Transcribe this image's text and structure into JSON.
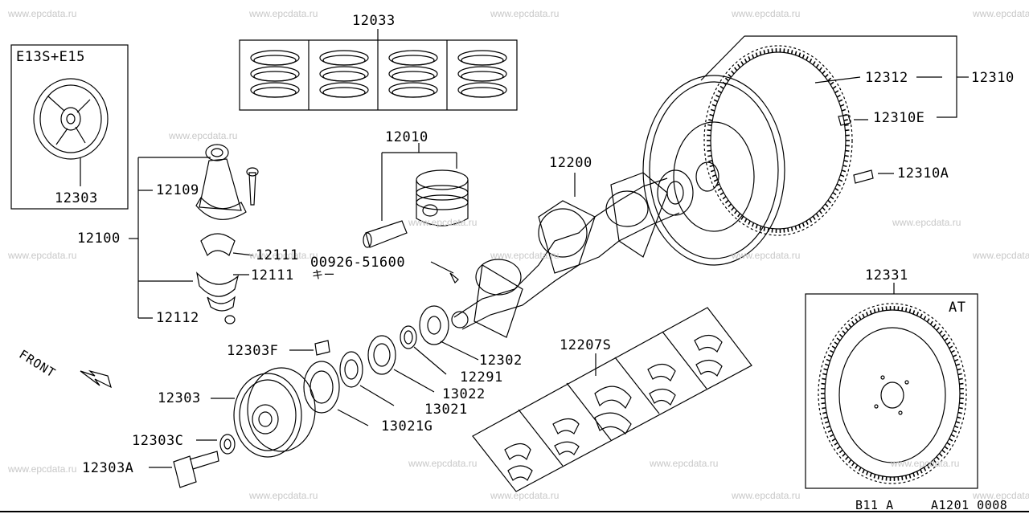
{
  "watermark": "www.epcdata.ru",
  "inset": {
    "title": "E13S+E15",
    "part": "12303"
  },
  "at_box": {
    "title": "AT",
    "part": "12331"
  },
  "front_label": "FRONT",
  "labels": {
    "p12033": "12033",
    "p12010": "12010",
    "p12200": "12200",
    "p12312": "12312",
    "p12310": "12310",
    "p12310E": "12310E",
    "p12310A": "12310A",
    "p12109": "12109",
    "p12100": "12100",
    "p12111a": "12111",
    "p12111b": "12111",
    "p12112": "12112",
    "p00926": "00926-51600",
    "key": "キー",
    "p12303F": "12303F",
    "p12303": "12303",
    "p12303C": "12303C",
    "p12303A": "12303A",
    "p12302": "12302",
    "p12291": "12291",
    "p13022": "13022",
    "p13021": "13021",
    "p13021G": "13021G",
    "p12207S": "12207S"
  },
  "footer": {
    "model": "B11 A",
    "code": "A1201 0008"
  }
}
